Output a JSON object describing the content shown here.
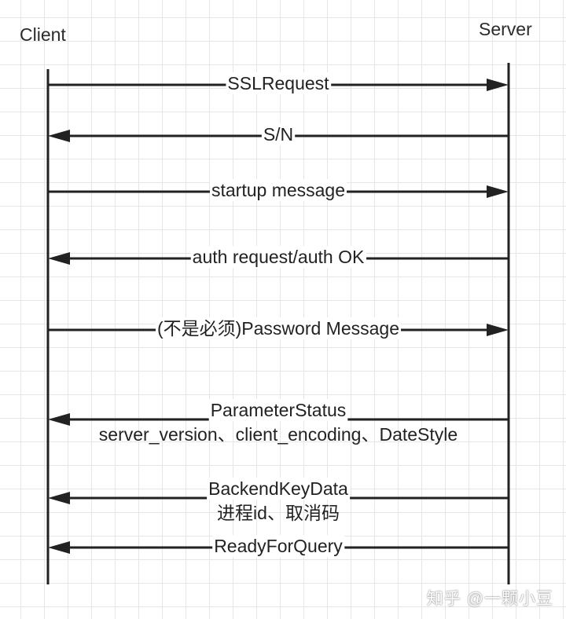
{
  "participants": {
    "client": "Client",
    "server": "Server"
  },
  "messages": [
    {
      "id": "ssl-request",
      "direction": "to-server",
      "lines": [
        "SSLRequest"
      ]
    },
    {
      "id": "s-n",
      "direction": "to-client",
      "lines": [
        "S/N"
      ]
    },
    {
      "id": "startup-message",
      "direction": "to-server",
      "lines": [
        "startup message"
      ]
    },
    {
      "id": "auth",
      "direction": "to-client",
      "lines": [
        "auth request/auth OK"
      ]
    },
    {
      "id": "password-message",
      "direction": "to-server",
      "lines": [
        "(不是必须)Password Message"
      ]
    },
    {
      "id": "parameter-status",
      "direction": "to-client",
      "lines": [
        "ParameterStatus",
        "server_version、client_encoding、DateStyle"
      ]
    },
    {
      "id": "backend-key-data",
      "direction": "to-client",
      "lines": [
        "BackendKeyData",
        "进程id、取消码"
      ]
    },
    {
      "id": "ready-for-query",
      "direction": "to-client",
      "lines": [
        "ReadyForQuery"
      ]
    }
  ],
  "watermark": "知乎 @一颗小豆",
  "colors": {
    "line": "#222222",
    "grid": "#e6e6e6"
  }
}
